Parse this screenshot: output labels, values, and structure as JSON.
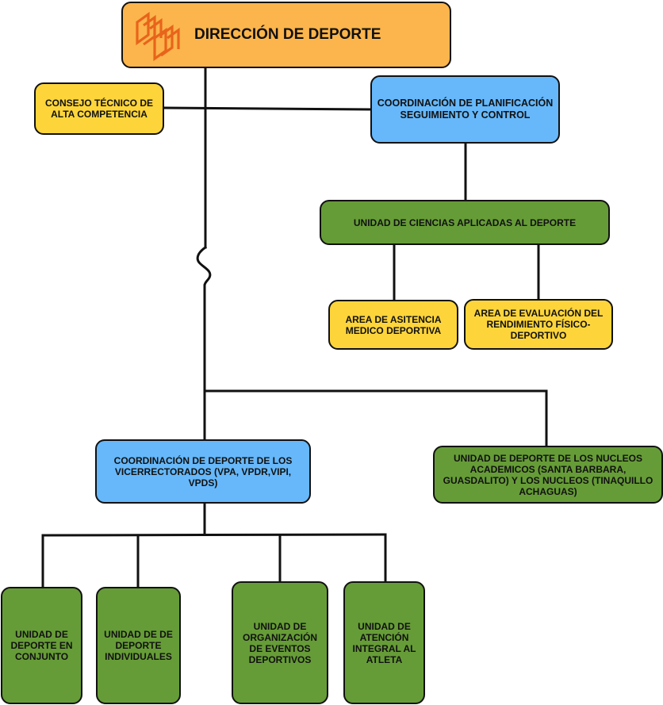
{
  "nodes": {
    "direccion": "DIRECCIÓN DE DEPORTE",
    "consejo": "CONSEJO TÉCNICO DE ALTA COMPETENCIA",
    "coord_planificacion": "COORDINACIÓN DE PLANIFICACIÓN  SEGUIMIENTO Y CONTROL",
    "unidad_ciencias": "UNIDAD DE CIENCIAS APLICADAS AL DEPORTE",
    "area_asistencia": "AREA DE ASITENCIA MEDICO DEPORTIVA",
    "area_evaluacion": "AREA DE EVALUACIÓN DEL RENDIMIENTO FÍSICO- DEPORTIVO",
    "coord_vicerrectorados": "COORDINACIÓN DE DEPORTE DE LOS VICERRECTORADOS (VPA, VPDR,VIPI, VPDS)",
    "unidad_nucleos": "UNIDAD DE DEPORTE DE LOS NUCLEOS ACADEMICOS (SANTA BARBARA, GUASDALITO) Y LOS NUCLEOS (TINAQUILLO ACHAGUAS)",
    "unidad_conjunto": "UNIDAD DE DEPORTE EN CONJUNTO",
    "unidad_individuales": "UNIDAD DE DE DEPORTE INDIVIDUALES",
    "unidad_eventos": "UNIDAD DE ORGANIZACIÓN DE EVENTOS DEPORTIVOS",
    "unidad_atencion": "UNIDAD DE ATENCIÓN INTEGRAL AL ATLETA"
  },
  "colors": {
    "orange": "#fbb54c",
    "yellow": "#fdd53b",
    "blue": "#66b8fa",
    "green": "#669c37",
    "logo": "#e8641b"
  }
}
